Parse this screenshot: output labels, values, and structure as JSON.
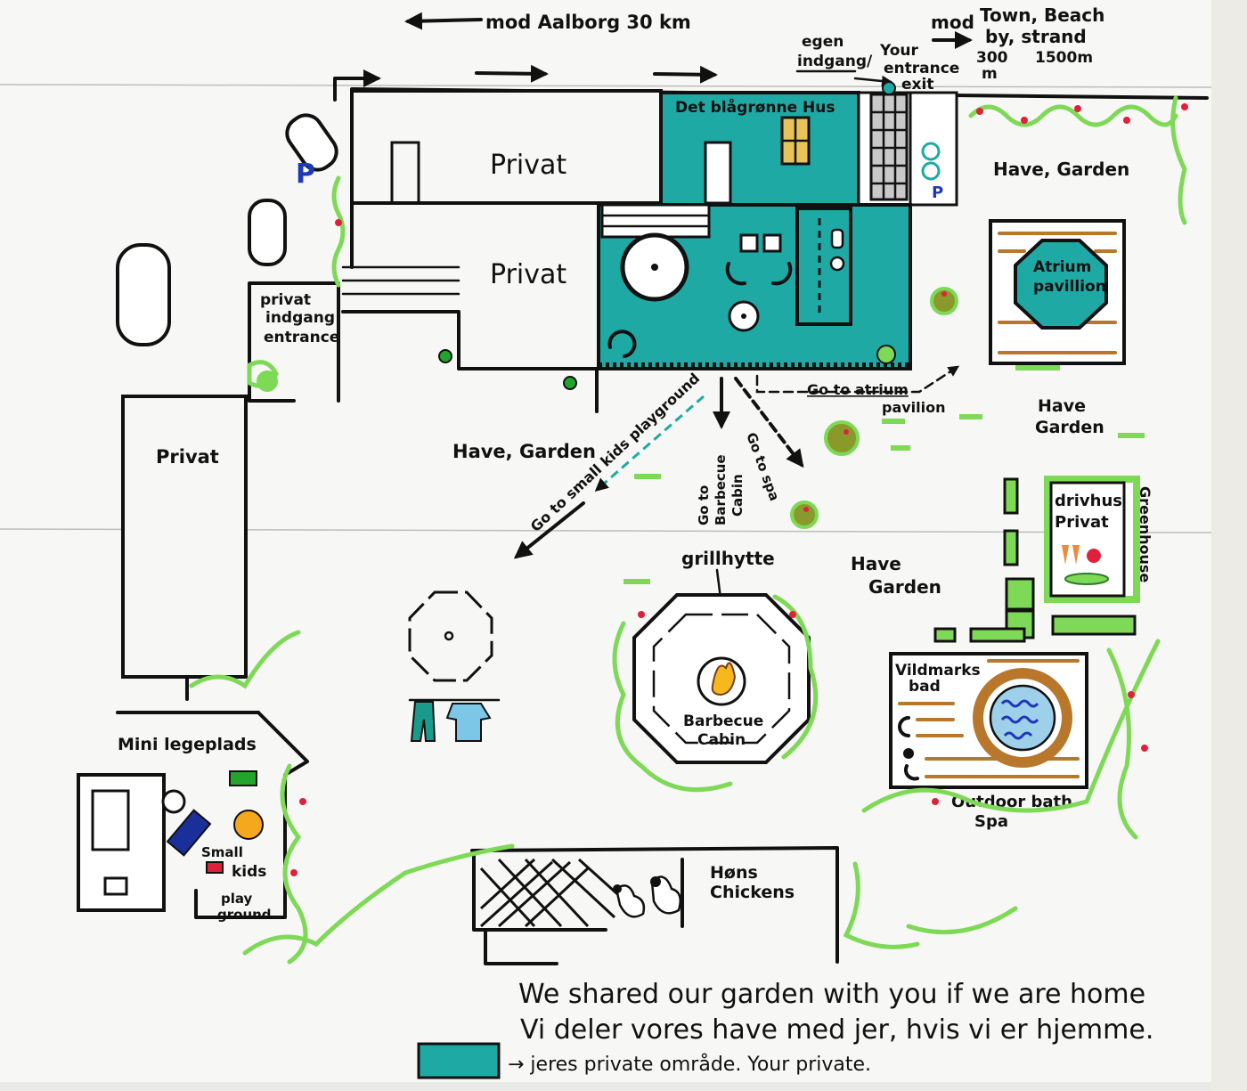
{
  "map": {
    "directions": {
      "aalborg": "mod Aalborg 30 km",
      "town_beach_mod": "mod",
      "town_beach_line1": "Town, Beach",
      "town_beach_line2": "by, strand",
      "town_distance": "300",
      "town_distance_unit": "m",
      "beach_distance": "1500m",
      "own_entrance_line1": "egen",
      "own_entrance_line2": "indgang/",
      "your_entrance_line1": "Your",
      "your_entrance_line2": "entrance",
      "exit": "exit"
    },
    "buildings": {
      "house_name": "Det blågrønne Hus",
      "privat_1": "Privat",
      "privat_2": "Privat",
      "privat_left": "Privat",
      "private_entrance_line1": "privat",
      "private_entrance_line2": "indgang",
      "private_entrance_line3": "entrance",
      "parking": "P"
    },
    "gardens": {
      "garden_top_right": "Have, Garden",
      "garden_center": "Have, Garden",
      "garden_right_line1": "Have",
      "garden_right_line2": "Garden",
      "garden_mid_line1": "Have",
      "garden_mid_line2": "Garden"
    },
    "paths": {
      "atrium_line1": "Go to atrium",
      "atrium_line2": "pavilion",
      "playground": "Go to small kids playground",
      "bbq_line1": "Go to",
      "bbq_line2": "Barbecue",
      "bbq_line3": "Cabin",
      "spa": "Go to spa"
    },
    "features": {
      "atrium_line1": "Atrium",
      "atrium_line2": "pavillion",
      "greenhouse_line1": "drivhus",
      "greenhouse_line2": "Privat",
      "greenhouse_side": "Greenhouse",
      "grill_title": "grillhytte",
      "bbq_line1": "Barbecue",
      "bbq_line2": "Cabin",
      "spa_title_line1": "Vildmarks",
      "spa_title_line2": "bad",
      "spa_caption_line1": "Outdoor bath",
      "spa_caption_line2": "Spa",
      "playground_title": "Mini legeplads",
      "playground_line1": "Small",
      "playground_line2": "kids",
      "playground_line3": "play",
      "playground_line4": "ground",
      "chickens_line1": "Høns",
      "chickens_line2": "Chickens"
    },
    "footer": {
      "line1": "We shared our garden with you if we are home",
      "line2": "Vi deler vores have med jer, hvis vi er hjemme.",
      "legend": "→ jeres private område. Your private."
    },
    "colors": {
      "private_area": "#1fa9a4",
      "greenery": "#7ed957",
      "wood": "#b8772b",
      "berries": "#e0213c",
      "water": "#9fd0ea"
    }
  }
}
